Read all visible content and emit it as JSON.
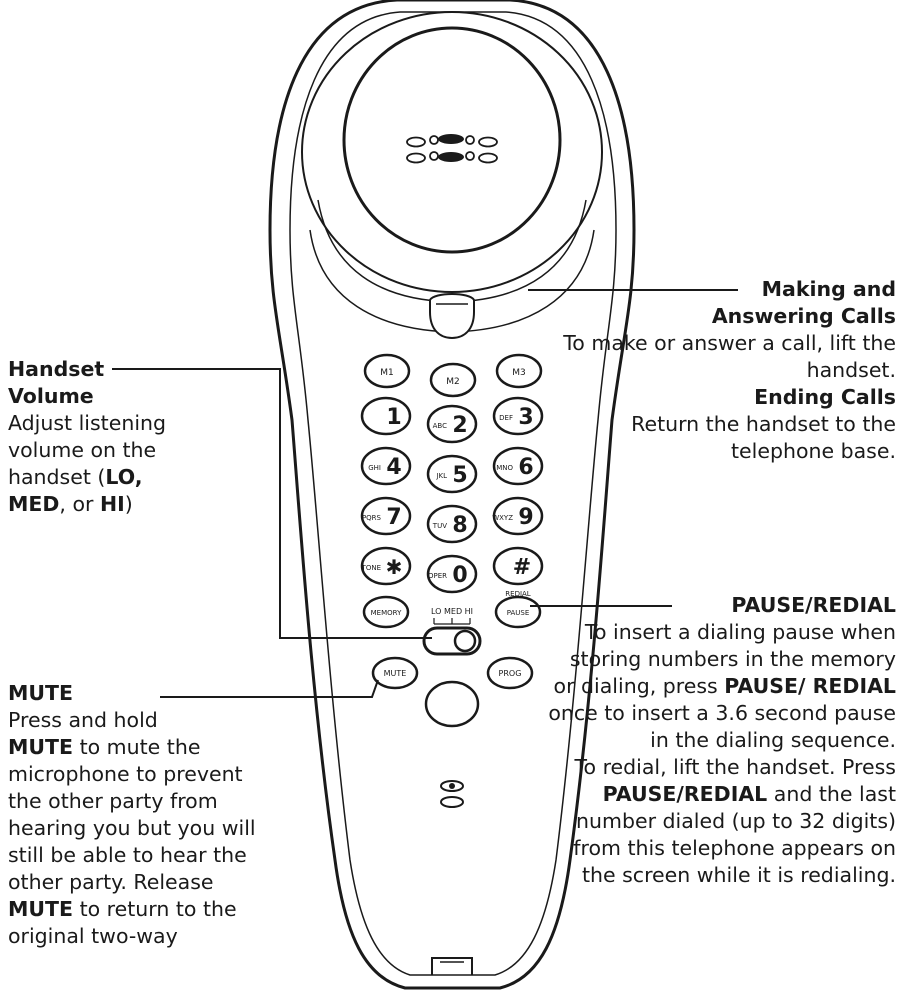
{
  "callouts": {
    "volume": {
      "heading1": "Handset",
      "heading2": "Volume",
      "text_a": "Adjust listening volume on the handset (",
      "lo": "LO,",
      "med": "MED",
      "text_b": ", or ",
      "hi": "HI",
      "text_c": ")"
    },
    "mute": {
      "heading": "MUTE",
      "text_a": "Press and hold",
      "bold_a": "MUTE",
      "text_b": " to mute the microphone to prevent the other party from hearing you but you will still be able to hear the other party. Release",
      "bold_b": "MUTE",
      "text_c": " to return to the original two-way"
    },
    "making": {
      "heading1": "Making and",
      "heading2": "Answering Calls",
      "text_a": "To make or answer a call, lift the handset.",
      "heading3": "Ending Calls",
      "text_b": "Return the handset to the telephone base."
    },
    "pause": {
      "heading": "PAUSE/REDIAL",
      "text_a": "To insert a dialing pause when storing numbers in the memory or dialing, press ",
      "bold_a": "PAUSE/ REDIAL",
      "text_b": " once to insert a 3.6 second pause in the dialing sequence.",
      "text_c": "To redial, lift the handset. Press ",
      "bold_b": "PAUSE/REDIAL",
      "text_d": " and the last number dialed (up to 32 digits) from this telephone appears on the screen while it is redialing."
    }
  },
  "handset": {
    "memory_keys": [
      "M1",
      "M2",
      "M3"
    ],
    "keys": [
      {
        "digit": "1",
        "letters": ""
      },
      {
        "digit": "2",
        "letters": "ABC"
      },
      {
        "digit": "3",
        "letters": "DEF"
      },
      {
        "digit": "4",
        "letters": "GHI"
      },
      {
        "digit": "5",
        "letters": "JKL"
      },
      {
        "digit": "6",
        "letters": "MNO"
      },
      {
        "digit": "7",
        "letters": "PQRS"
      },
      {
        "digit": "8",
        "letters": "TUV"
      },
      {
        "digit": "9",
        "letters": "WXYZ"
      },
      {
        "digit": "✱",
        "letters": "TONE"
      },
      {
        "digit": "0",
        "letters": "OPER"
      },
      {
        "digit": "#",
        "letters": ""
      }
    ],
    "memory_label": "MEMORY",
    "pause_label": "PAUSE",
    "redial_label": "REDIAL",
    "volume_switch_label": "LO MED HI",
    "mute_label": "MUTE",
    "prog_label": "PROG"
  }
}
